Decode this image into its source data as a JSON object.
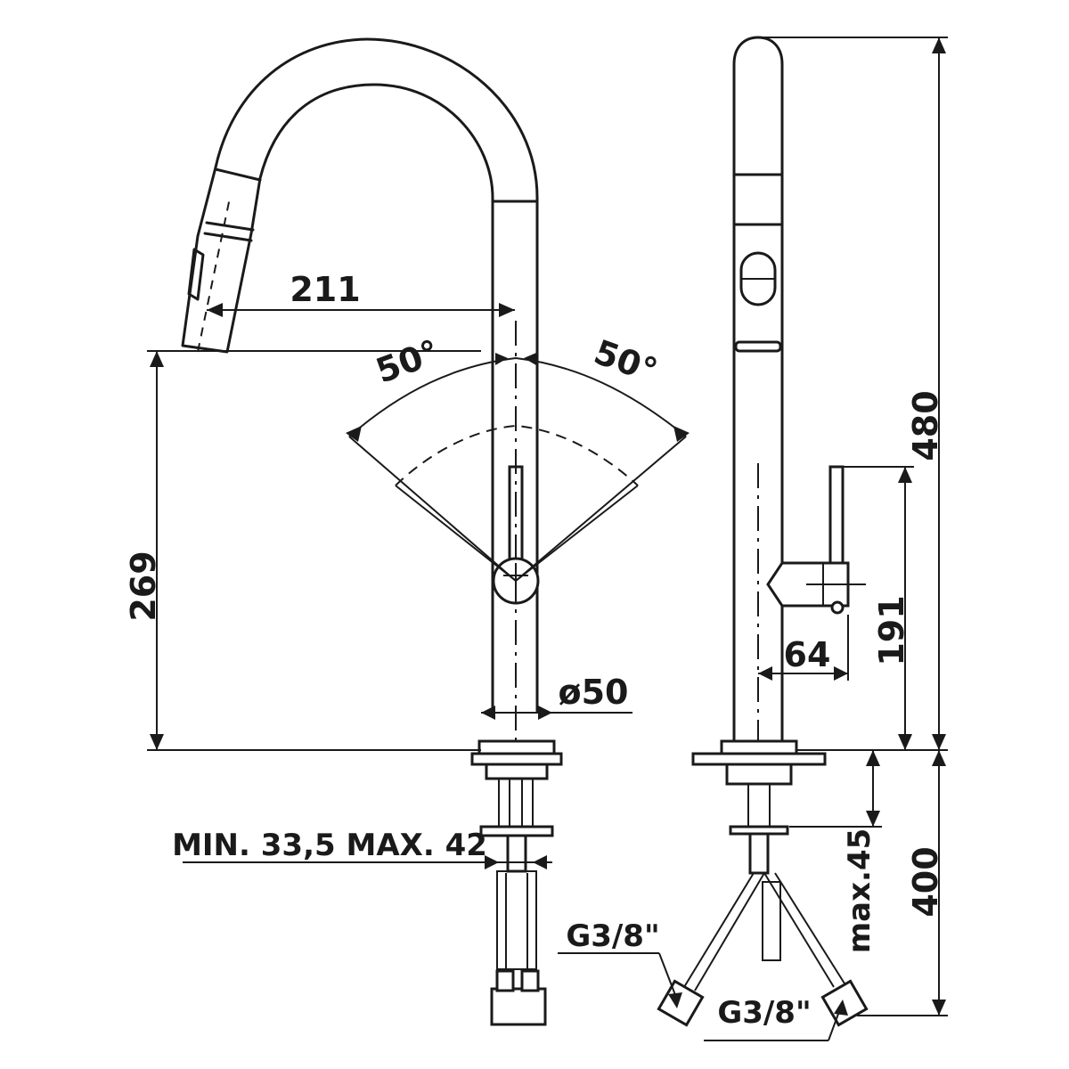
{
  "dimensions": {
    "spout_reach": "211",
    "swivel_left": "50°",
    "swivel_right": "50°",
    "spout_height": "269",
    "base_diameter": "ø50",
    "deck_thickness": "MIN. 33,5 MAX. 42",
    "total_height": "480",
    "handle_height": "191",
    "handle_offset": "64",
    "hose_length": "400",
    "max_deck": "max.45",
    "connection_left": "G3/8\"",
    "connection_right": "G3/8\""
  }
}
